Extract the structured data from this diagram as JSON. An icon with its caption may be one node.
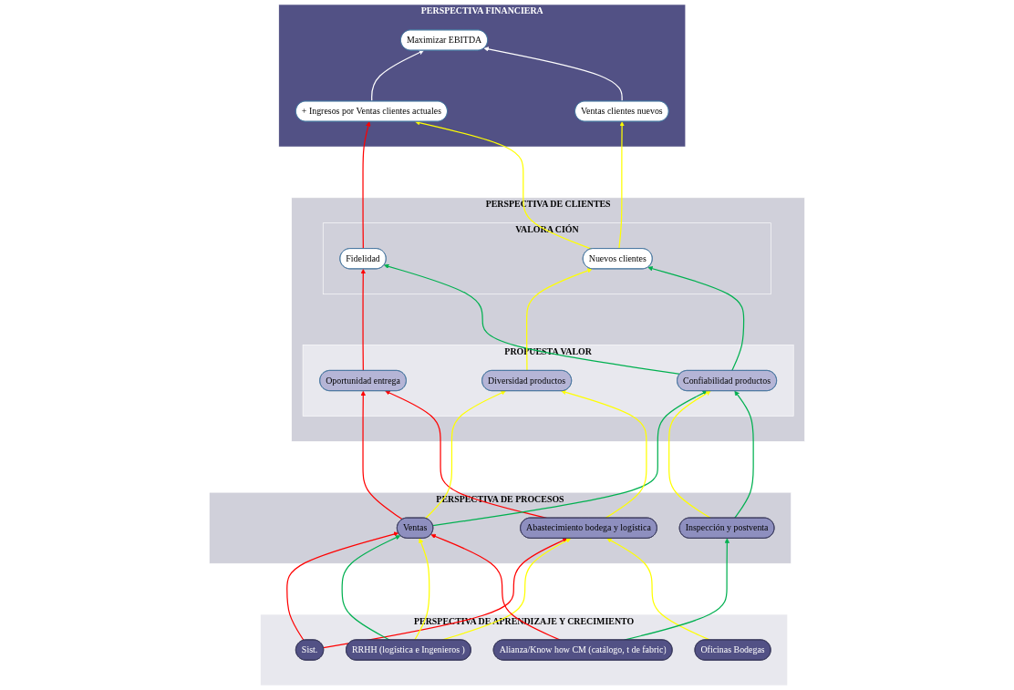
{
  "diagram": {
    "nodes": [
      {
        "text": [
          "PERSPECTIVA FINANCIERA"
        ]
      },
      {
        "text": [
          "Maximizar EBITDA"
        ],
        "in": 0
      },
      {
        "text": [
          "+ Ingresos por Ventas clientes actuales"
        ],
        "in": 0
      },
      {
        "text": [
          "Ventas clientes nuevos"
        ],
        "in": 0
      },
      {
        "text": [
          "PERSPECTIVA DE CLIENTES"
        ]
      },
      {
        "text": [
          "VALORA CIÓN"
        ],
        "in": 4
      },
      {
        "text": [
          "Fidelidad"
        ],
        "in": 5
      },
      {
        "text": [
          "Nuevos clientes"
        ],
        "in": 5
      },
      {
        "text": [
          "PROPUESTA VALOR"
        ],
        "in": 4
      },
      {
        "text": [
          "Oportunidad entrega"
        ],
        "in": 8
      },
      {
        "text": [
          "Diversidad productos"
        ],
        "in": 8
      },
      {
        "text": [
          "Confiabilidad productos"
        ],
        "in": 8
      },
      {
        "text": [
          "PERSPECTIVA DE PROCESOS"
        ]
      },
      {
        "text": [
          "Ventas"
        ],
        "in": 12
      },
      {
        "text": [
          "Abastecimiento bodega y logística"
        ],
        "in": 12
      },
      {
        "text": [
          "Inspección y postventa"
        ],
        "in": 12
      },
      {
        "text": [
          "PERSPECTIVA DE APRENDIZAJE Y CRECIMIENTO"
        ]
      },
      {
        "text": [
          "Sist."
        ],
        "in": 16
      },
      {
        "text": [
          "RRHH (logística e Ingenieros )"
        ],
        "in": 16
      },
      {
        "text": [
          "Oficinas Bodegas"
        ],
        "in": 16
      },
      {
        "text": [
          "Alianza/Know how CM (catálogo, t de fabric)"
        ],
        "in": 16
      }
    ],
    "edges": [
      {
        "from": 2,
        "to": 1,
        "arrow": "to",
        "color": "#ffffff"
      },
      {
        "from": 3,
        "to": 1,
        "arrow": "to",
        "color": "#ffffff"
      },
      {
        "from": 6,
        "to": 2,
        "arrow": "to",
        "color": "#ff0000"
      },
      {
        "from": 7,
        "to": 2,
        "arrow": "to",
        "color": "#ffff00"
      },
      {
        "from": 7,
        "to": 3,
        "arrow": "to",
        "color": "#ffff00"
      },
      {
        "from": 9,
        "to": 6,
        "arrow": "to",
        "color": "#ff0000"
      },
      {
        "from": 11,
        "to": 6,
        "arrow": "to",
        "color": "#00b050"
      },
      {
        "from": 10,
        "to": 7,
        "arrow": "to",
        "color": "#ffff00"
      },
      {
        "from": 11,
        "to": 7,
        "arrow": "to",
        "color": "#00b050"
      },
      {
        "from": 13,
        "to": 9,
        "arrow": "to",
        "color": "#ff0000"
      },
      {
        "from": 14,
        "to": 9,
        "arrow": "to",
        "color": "#ff0000"
      },
      {
        "from": 13,
        "to": 10,
        "arrow": "to",
        "color": "#ffff00"
      },
      {
        "from": 13,
        "to": 11,
        "arrow": "to",
        "color": "#00b050"
      },
      {
        "from": 14,
        "to": 10,
        "arrow": "to",
        "color": "#ffff00"
      },
      {
        "from": 15,
        "to": 11,
        "arrow": "to",
        "color": "#ffff00"
      },
      {
        "from": 15,
        "to": 11,
        "arrow": "to",
        "color": "#00b050"
      },
      {
        "from": 17,
        "to": 13,
        "arrow": "to",
        "color": "#ff0000"
      },
      {
        "from": 17,
        "to": 14,
        "arrow": "to",
        "color": "#ff0000"
      },
      {
        "from": 18,
        "to": 13,
        "arrow": "to",
        "color": "#00b050"
      },
      {
        "from": 18,
        "to": 13,
        "arrow": "to",
        "color": "#ffff00"
      },
      {
        "from": 18,
        "to": 14,
        "arrow": "to",
        "color": "#ffff00"
      },
      {
        "from": 19,
        "to": 14,
        "arrow": "to",
        "color": "#ffff00"
      },
      {
        "from": 20,
        "to": 13,
        "arrow": "to",
        "color": "#ff0000"
      },
      {
        "from": 20,
        "to": 15,
        "arrow": "to",
        "color": "#00b050"
      }
    ]
  }
}
